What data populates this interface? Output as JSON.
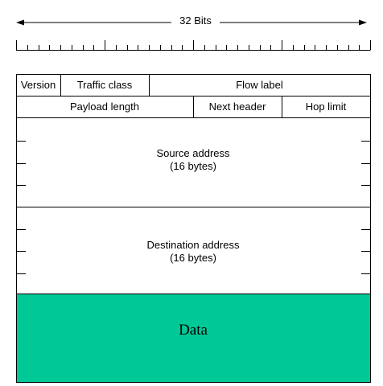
{
  "ruler": {
    "label": "32 Bits",
    "bits": 32
  },
  "header": {
    "row1": {
      "version": "Version",
      "traffic_class": "Traffic class",
      "flow_label": "Flow label"
    },
    "row2": {
      "payload_length": "Payload length",
      "next_header": "Next header",
      "hop_limit": "Hop limit"
    },
    "source": {
      "line1": "Source address",
      "line2": "(16 bytes)"
    },
    "destination": {
      "line1": "Destination address",
      "line2": "(16 bytes)"
    }
  },
  "data": {
    "label": "Data",
    "color": "#00c896"
  }
}
